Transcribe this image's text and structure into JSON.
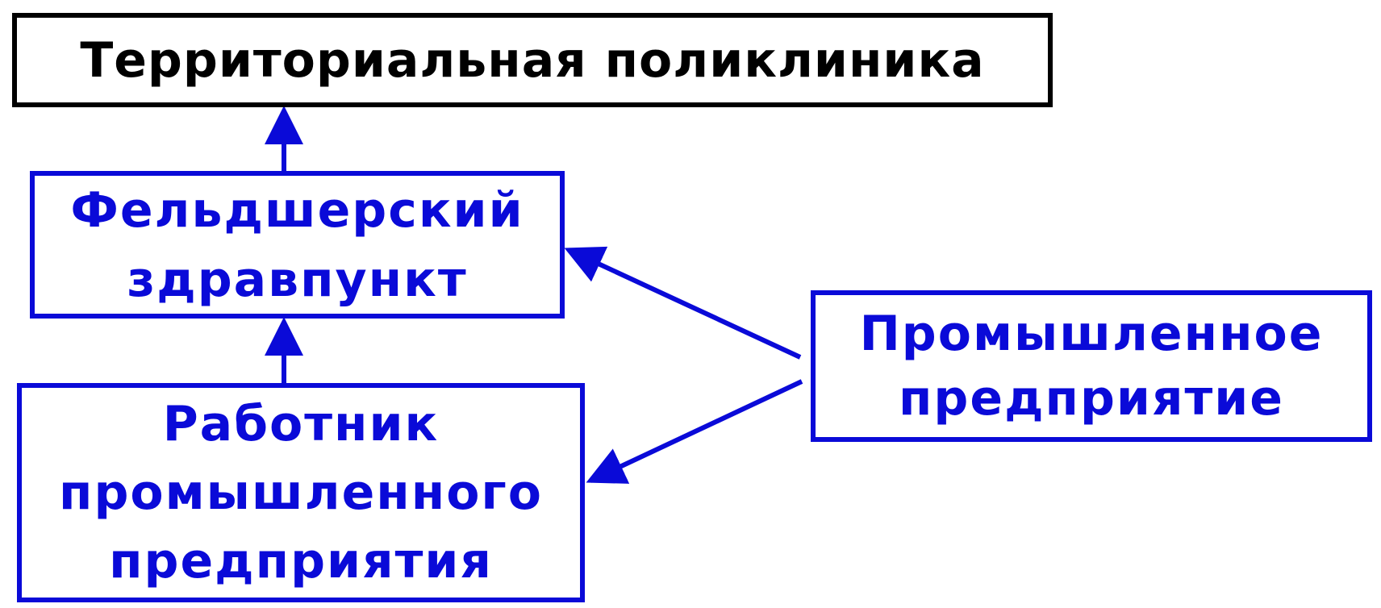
{
  "diagram": {
    "colors": {
      "primary": "#0a0ad8",
      "title_border": "#000000",
      "background": "#ffffff"
    },
    "nodes": {
      "polyclinic": {
        "label": "Территориальная поликлиника"
      },
      "feldsher": {
        "line1": "Фельдшерский",
        "line2": "здравпункт"
      },
      "worker": {
        "line1": "Работник",
        "line2": "промышленного",
        "line3": "предприятия"
      },
      "enterprise": {
        "line1": "Промышленное",
        "line2": "предприятие"
      }
    },
    "edges": [
      {
        "from": "feldsher",
        "to": "polyclinic"
      },
      {
        "from": "worker",
        "to": "feldsher"
      },
      {
        "from": "enterprise",
        "to": "feldsher"
      },
      {
        "from": "enterprise",
        "to": "worker"
      }
    ]
  }
}
